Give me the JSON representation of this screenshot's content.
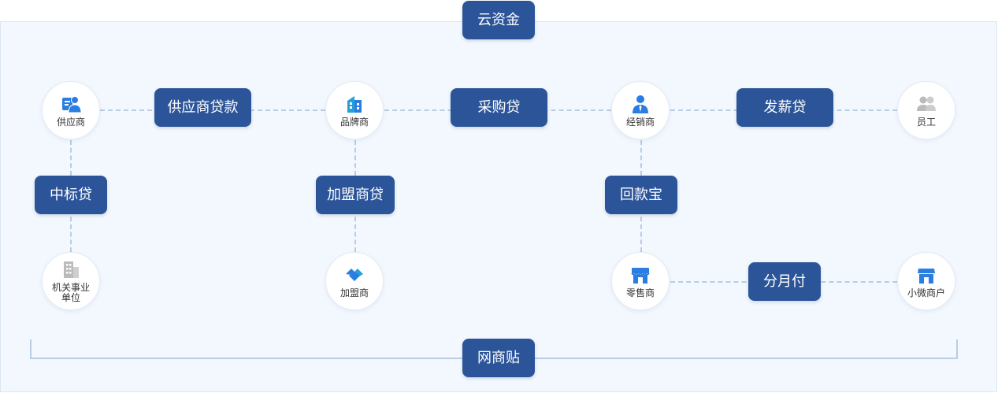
{
  "colors": {
    "pill": "#2c5599",
    "icon_blue": "#2a7de1",
    "icon_gray": "#bbbbbb",
    "panel": "#f3f8fe",
    "dash": "#b7cde6"
  },
  "top_label": "云资金",
  "bottom_label": "网商贴",
  "products": {
    "supplier_loan": "供应商贷款",
    "purchase_loan": "采购贷",
    "salary_loan": "发薪贷",
    "bid_loan": "中标贷",
    "franchise_loan": "加盟商贷",
    "payment_treasure": "回款宝",
    "installment": "分月付"
  },
  "nodes": {
    "supplier": {
      "label": "供应商",
      "icon": "supplier-icon"
    },
    "brand": {
      "label": "品牌商",
      "icon": "building-icon"
    },
    "distributor": {
      "label": "经销商",
      "icon": "person-tie-icon"
    },
    "employee": {
      "label": "员工",
      "icon": "people-icon"
    },
    "institution": {
      "label": "机关事业\n单位",
      "icon": "office-building-icon"
    },
    "franchisee": {
      "label": "加盟商",
      "icon": "handshake-icon"
    },
    "retailer": {
      "label": "零售商",
      "icon": "store-icon"
    },
    "micro_merchant": {
      "label": "小微商户",
      "icon": "small-store-icon"
    }
  }
}
